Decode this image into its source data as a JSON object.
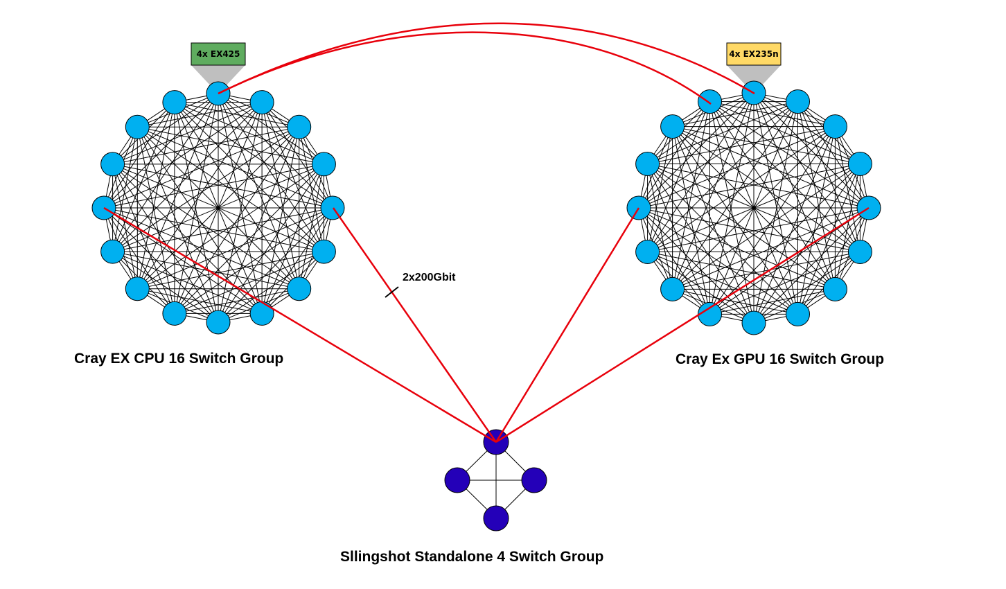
{
  "groups": {
    "cpu": {
      "label": "Cray EX CPU 16 Switch Group",
      "switch_count": 16,
      "node_color": "#00b0f0",
      "badge": {
        "text": "4x EX425",
        "color": "#5fac5f"
      }
    },
    "gpu": {
      "label": "Cray Ex GPU 16 Switch Group",
      "switch_count": 16,
      "node_color": "#00b0f0",
      "badge": {
        "text": "4x EX235n",
        "color": "#ffd966"
      }
    },
    "standalone": {
      "label": "Sllingshot Standalone 4 Switch Group",
      "switch_count": 4,
      "node_color": "#2400b8"
    }
  },
  "link_label": "2x200Gbit",
  "colors": {
    "global_links": "#e8000b",
    "local_links": "#000000",
    "badge_funnel": "#bfbfbf"
  }
}
